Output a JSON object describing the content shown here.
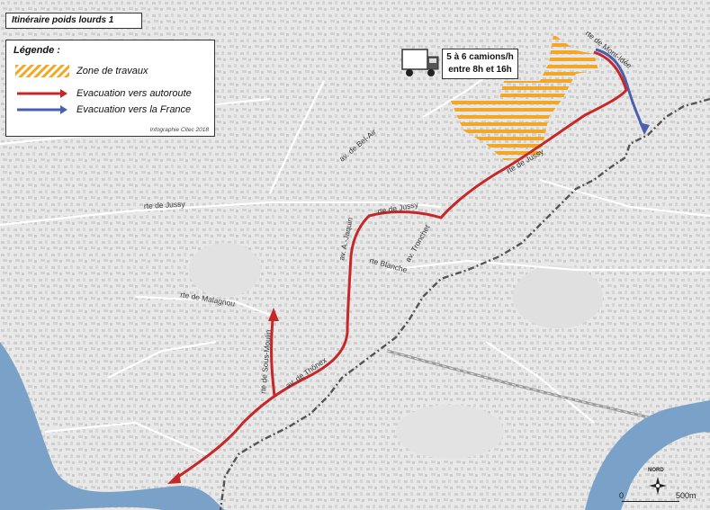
{
  "title": "Itinéraire poids lourds 1",
  "legend": {
    "heading": "Légende :",
    "items": [
      {
        "label": "Zone de travaux",
        "color": "#f5a623"
      },
      {
        "label": "Evacuation vers autoroute",
        "color": "#c62828"
      },
      {
        "label": "Evacuation vers la France",
        "color": "#4a5fb0"
      }
    ],
    "credit": "Infographie Citec 2018"
  },
  "truck_note": {
    "line1": "5 à 6 camions/h",
    "line2": "entre 8h et 16h",
    "icon": "truck-icon"
  },
  "streets": {
    "mont_idee": "rte de Mont-Idée",
    "bel_air": "av. de Bel-Air",
    "jussy_1": "rte de Jussy",
    "jussy_2": "rte de Jussy",
    "jussy_3": "rte de Jussy",
    "tronchet": "av. Tronchet",
    "jaquin": "av. A.-Jaquin",
    "blanche": "rte Blanche",
    "malagnou": "rte de Malagnou",
    "sous_moulin": "rte de Sous-Moulin",
    "thonex": "av. de Thônex"
  },
  "scale": {
    "start": "0",
    "end": "500m"
  },
  "north": {
    "label": "NORD",
    "icon": "compass-rose-icon"
  },
  "colors": {
    "route_red": "#c62828",
    "route_blue": "#4a5fb0",
    "works_orange": "#f5a623",
    "water": "#7aa2c8",
    "border": "#555555"
  }
}
